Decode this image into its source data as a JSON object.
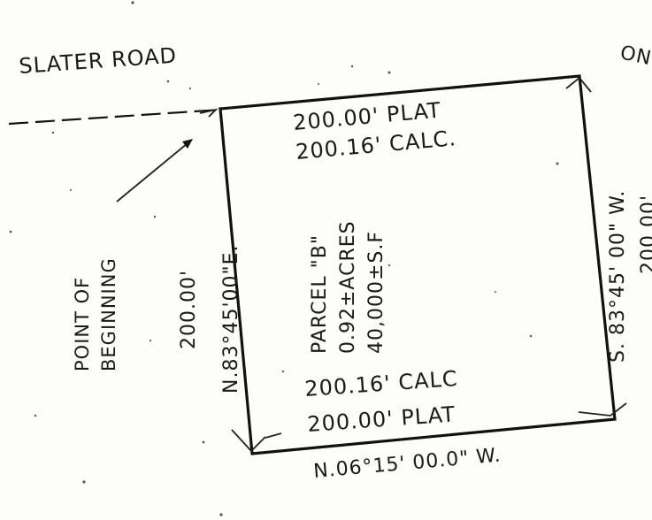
{
  "road": {
    "name": "SLATER ROAD",
    "cut_label": "ON"
  },
  "point_of_beginning": {
    "line1": "POINT OF",
    "line2": "BEGINNING"
  },
  "parcel": {
    "name": "PARCEL \"B\"",
    "area_acres": "0.92±ACRES",
    "area_sf": "40,000±S.F"
  },
  "boundary": {
    "north": {
      "plat": "200.00' PLAT",
      "calc": "200.16' CALC."
    },
    "south": {
      "calc": "200.16' CALC",
      "plat": "200.00' PLAT",
      "bearing": "N.06°15' 00.0\" W."
    },
    "west": {
      "bearing": "N.83°45'00\"E.",
      "distance": "200.00'"
    },
    "east": {
      "bearing": "S. 83°45' 00\" W.",
      "distance": "200.00'"
    }
  }
}
